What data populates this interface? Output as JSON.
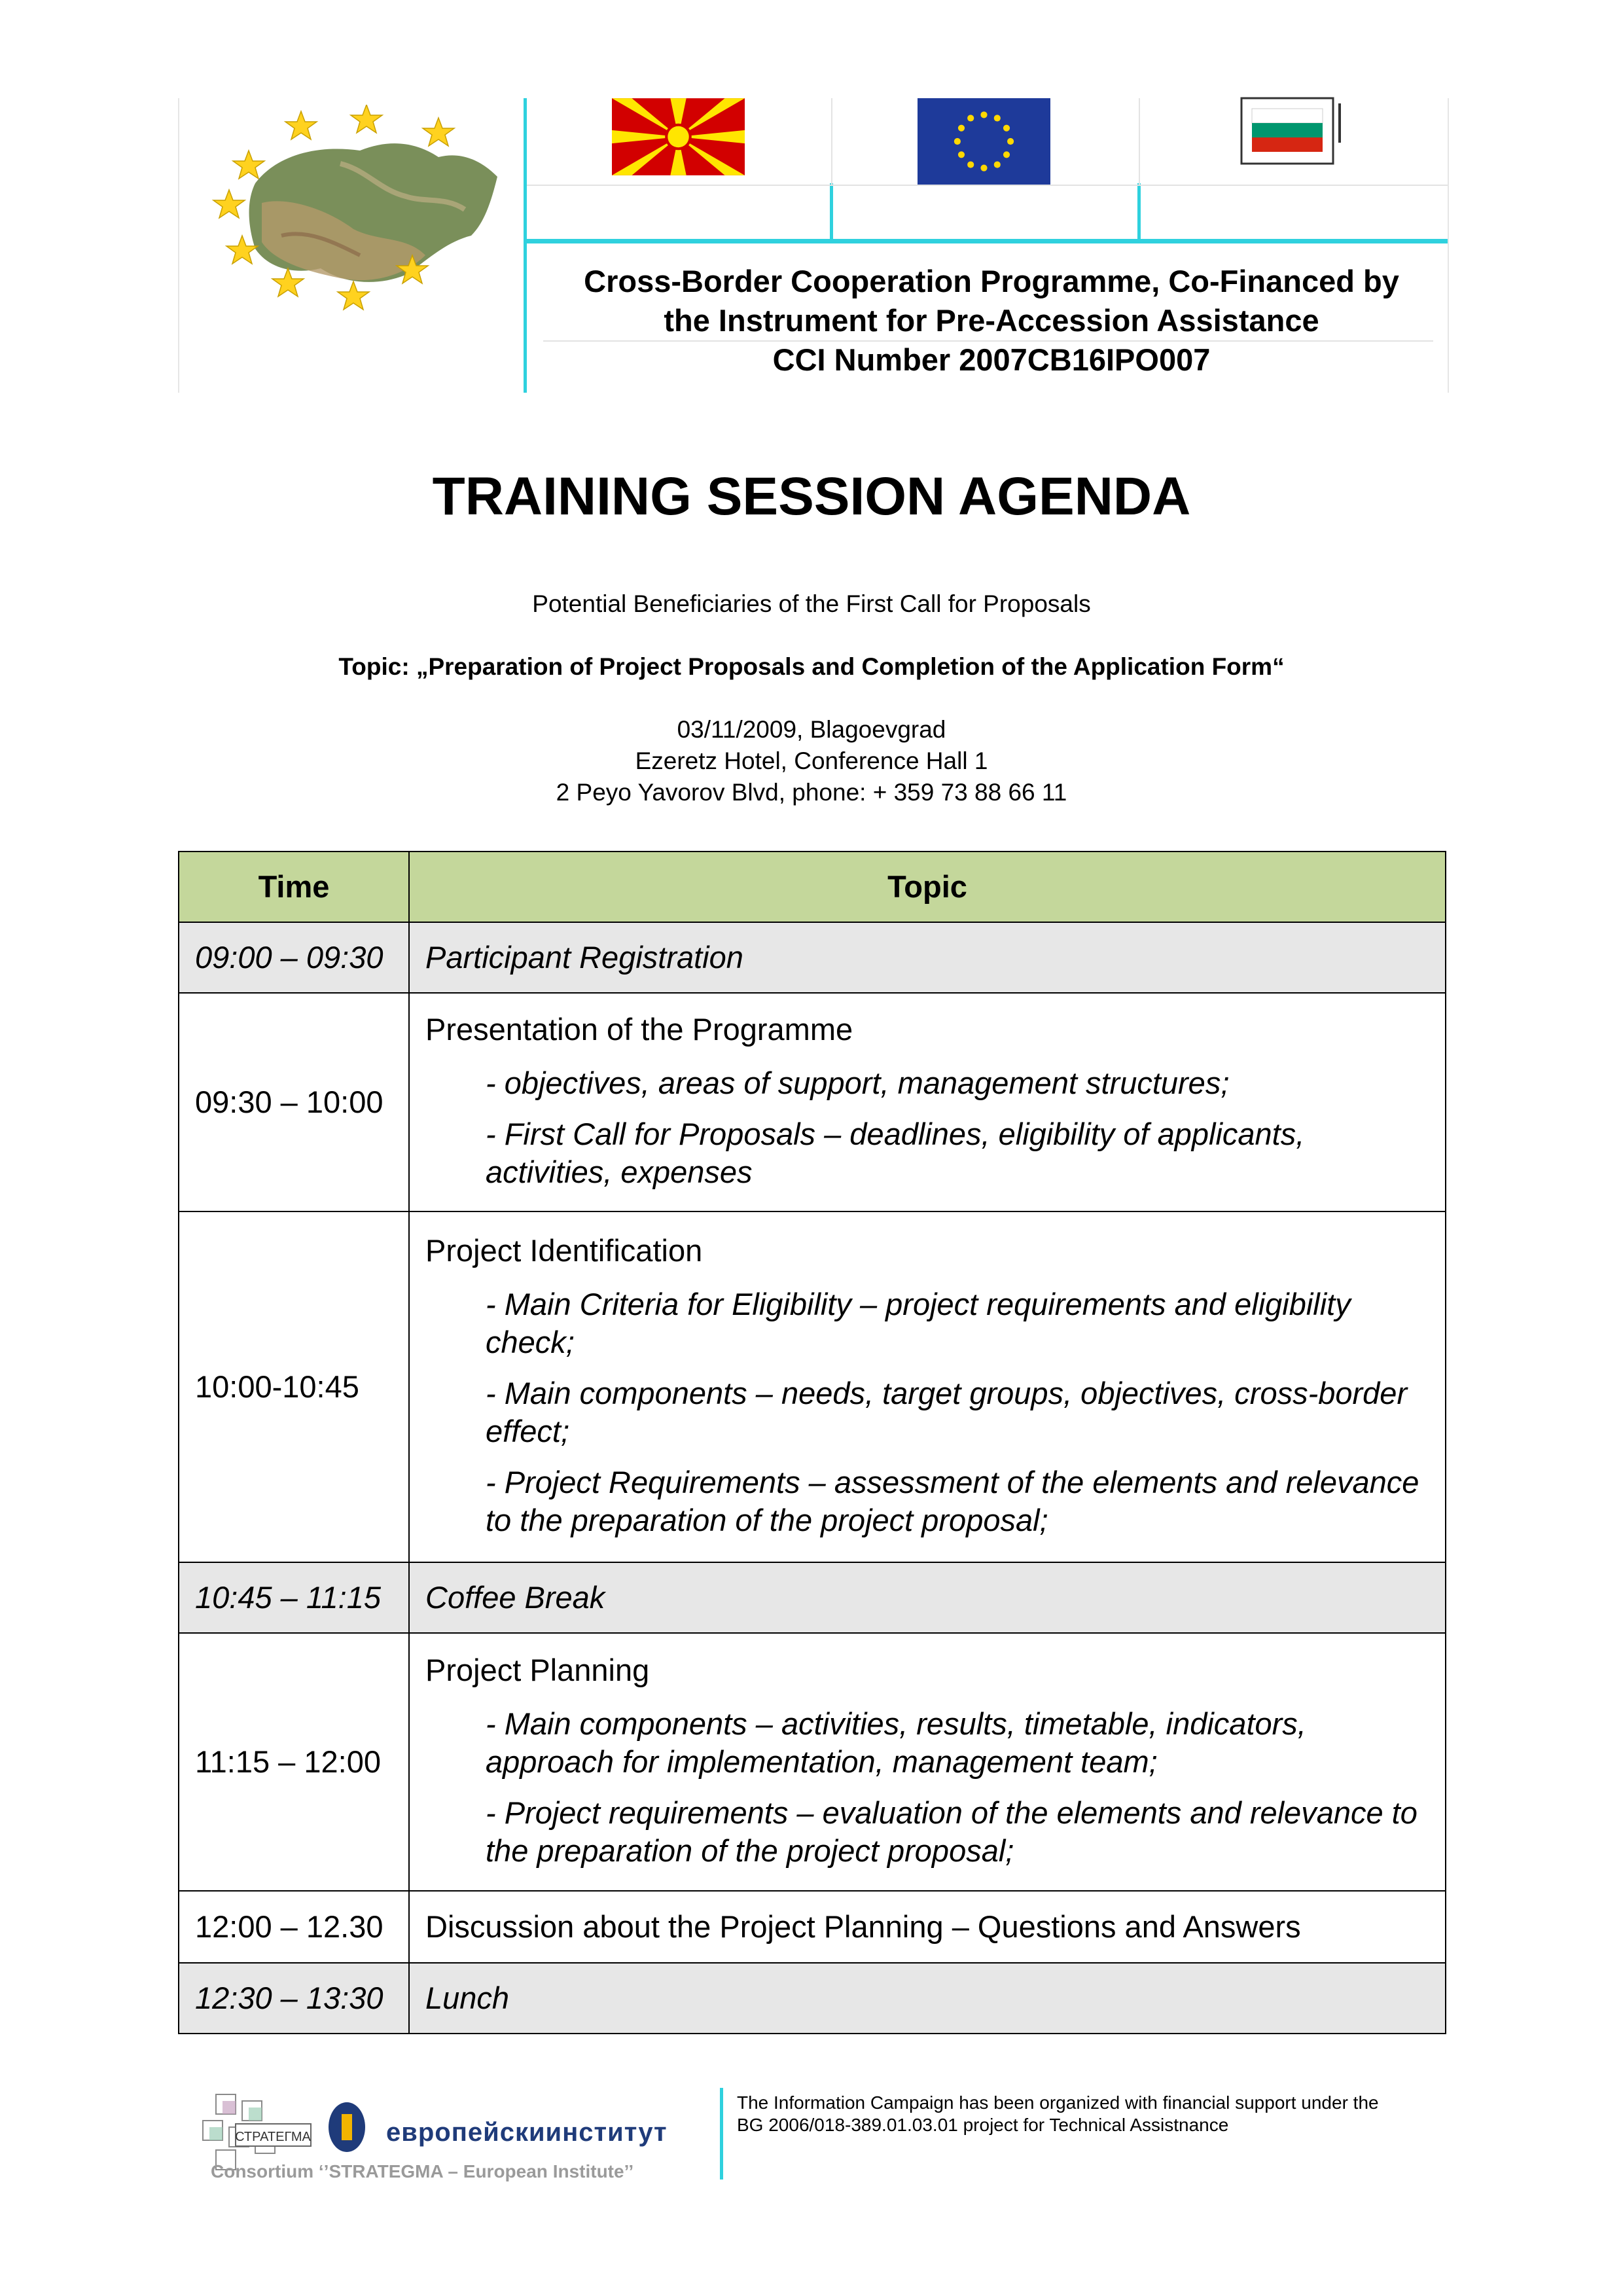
{
  "header": {
    "line1": "Cross-Border Cooperation Programme, Co-Financed by",
    "line2": "the Instrument for Pre-Accession Assistance",
    "line3": "CCI Number 2007CB16IPO007"
  },
  "title": "TRAINING SESSION AGENDA",
  "audience": "Potential Beneficiaries of the First Call for Proposals",
  "topic": "Topic: „Preparation of Project Proposals and Completion of the Application Form“",
  "date_place": "03/11/2009, Blagoevgrad",
  "venue": "Ezeretz Hotel, Conference Hall 1",
  "address": "2 Peyo Yavorov Blvd, phone: + 359 73 88 66 11",
  "table": {
    "headers": {
      "time": "Time",
      "topic": "Topic"
    },
    "rows": [
      {
        "time": "09:00 – 09:30",
        "title": "Participant Registration"
      },
      {
        "time": "09:30 – 10:00",
        "title": "Presentation of the Programme",
        "bullets": [
          "- objectives, areas of support, management structures;",
          "- First Call for Proposals – deadlines, eligibility of applicants, activities, expenses"
        ]
      },
      {
        "time": "10:00-10:45",
        "title": "Project Identification",
        "bullets": [
          "- Main Criteria for Eligibility – project requirements and eligibility check;",
          "- Main components – needs, target groups, objectives, cross-border effect;",
          "- Project Requirements – assessment of the elements and relevance to the preparation of the project proposal;"
        ]
      },
      {
        "time": "10:45 – 11:15",
        "title": "Coffee Break"
      },
      {
        "time": "11:15 – 12:00",
        "title": "Project Planning",
        "bullets": [
          "- Main components – activities, results, timetable, indicators, approach for implementation, management team;",
          "- Project requirements – evaluation of the elements and relevance to the preparation of the project proposal;"
        ]
      },
      {
        "time": "12:00 – 12.30",
        "title": "Discussion about the Project Planning – Questions and Answers"
      },
      {
        "time": "12:30 – 13:30",
        "title": "Lunch"
      }
    ]
  },
  "footer": {
    "consortium": "Consortium ‘’STRATEGMA – European Institute’’",
    "logo_text_1": "СТРАТЕГМА",
    "logo_text_2": "европейскиинститут",
    "info_line1": "The Information Campaign has been organized with financial support under the",
    "info_line2": "BG 2006/018-389.01.03.01 project for Technical Assistnance"
  },
  "colors": {
    "accent_cyan": "#2fd1de",
    "table_header": "#c4d79b",
    "row_shade": "#e7e7e7"
  },
  "icons": [
    "map-logo-icon",
    "macedonia-flag-icon",
    "eu-flag-icon",
    "bulgaria-flag-icon",
    "strategma-logo-icon",
    "european-institute-logo-icon"
  ]
}
